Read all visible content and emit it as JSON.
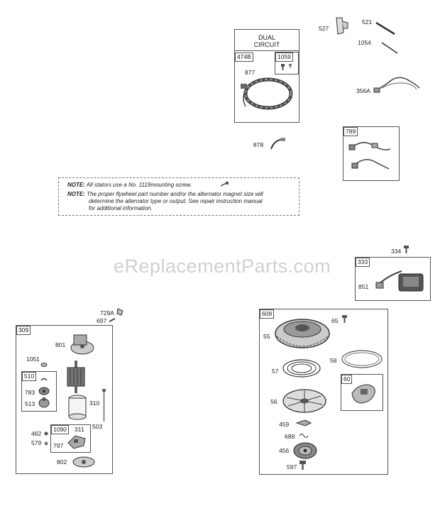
{
  "watermark": "eReplacementParts.com",
  "dual_circuit": {
    "title_line1": "DUAL",
    "title_line2": "CIRCUIT",
    "box_tag": "474B",
    "sub_tag": "1059",
    "stator_label": "877"
  },
  "notes": {
    "note1_prefix": "NOTE:",
    "note1_text": "All stators use a No. 1119mounting screw.",
    "note2_prefix": "NOTE:",
    "note2_line1": "The proper flywheel part number and/or the alternator magnet size will",
    "note2_line2": "determine the alternator type or output. See repair instruction manual",
    "note2_line3": "for additional information."
  },
  "labels": {
    "p527": "527",
    "p521": "521",
    "p1054": "1054",
    "p356A": "356A",
    "p878": "878",
    "p789": "789",
    "p334": "334",
    "p333": "333",
    "p851": "851",
    "p729A": "729A",
    "p697": "697",
    "p309": "309",
    "p801": "801",
    "p1051": "1051",
    "p510": "510",
    "p783": "783",
    "p513": "513",
    "p310": "310",
    "p503": "503",
    "p1090": "1090",
    "p311": "311",
    "p462": "462",
    "p579": "579",
    "p797": "797",
    "p802": "802",
    "p608": "608",
    "p65": "65",
    "p55": "55",
    "p58": "58",
    "p57": "57",
    "p60": "60",
    "p56": "56",
    "p459": "459",
    "p689": "689",
    "p456": "456",
    "p597": "597"
  }
}
